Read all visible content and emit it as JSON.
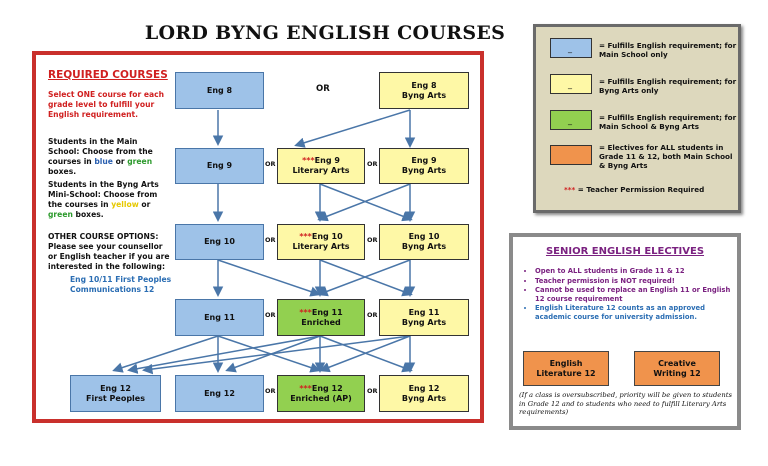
{
  "title": "LORD BYNG ENGLISH COURSES",
  "required": {
    "heading": "REQUIRED COURSES",
    "intro": "Select ONE course for each grade level to fulfill your English requirement.",
    "main_school": {
      "text_a": "Students in the Main School: Choose from the courses in ",
      "blue": "blue",
      "or": " or ",
      "green": "green",
      "text_b": " boxes."
    },
    "byng_arts": {
      "text_a": "Students in the Byng Arts Mini-School: Choose from the courses in ",
      "yellow": "yellow",
      "or": " or ",
      "green": "green",
      "text_b": " boxes."
    },
    "other_options": "OTHER COURSE OPTIONS: Please see your counsellor or English teacher if you are interested in the following:",
    "other_list": [
      "Eng 10/11 First Peoples",
      "Communications 12"
    ]
  },
  "or_label": "OR",
  "perm_mark": "***",
  "courses": {
    "eng8": "Eng 8",
    "eng8_byng": [
      "Eng 8",
      "Byng Arts"
    ],
    "eng9": "Eng 9",
    "eng9_lit": [
      "Eng 9",
      "Literary Arts"
    ],
    "eng9_byng": [
      "Eng 9",
      "Byng Arts"
    ],
    "eng10": "Eng 10",
    "eng10_lit": [
      "Eng 10",
      "Literary Arts"
    ],
    "eng10_byng": [
      "Eng 10",
      "Byng Arts"
    ],
    "eng11": "Eng 11",
    "eng11_enr": [
      "Eng 11",
      "Enriched"
    ],
    "eng11_byng": [
      "Eng 11",
      "Byng Arts"
    ],
    "eng12_fp": [
      "Eng 12",
      "First Peoples"
    ],
    "eng12": "Eng 12",
    "eng12_enr": [
      "Eng 12",
      "Enriched (AP)"
    ],
    "eng12_byng": [
      "Eng 12",
      "Byng Arts"
    ]
  },
  "legend": {
    "swatch_mark": "_",
    "items": [
      {
        "color": "#9ec2e8",
        "text": "= Fulfills English requirement; for Main School only"
      },
      {
        "color": "#fef8a6",
        "text": "= Fulfills English requirement; for Byng Arts only"
      },
      {
        "color": "#92d050",
        "text": "= Fulfills English requirement; for Main School & Byng Arts"
      },
      {
        "color": "#f0934c",
        "text": "= Electives for ALL students in Grade 11 & 12, both Main School & Byng Arts"
      }
    ],
    "note": "= Teacher Permission Required"
  },
  "electives": {
    "heading": "SENIOR ENGLISH ELECTIVES",
    "points": [
      "Open to ALL students in Grade 11 & 12",
      "Teacher permission is NOT required!",
      "Cannot be used to replace an English 11 or English 12 course requirement",
      "English Literature 12 counts as an approved academic course for university admission."
    ],
    "courses": [
      [
        "English",
        "Literature 12"
      ],
      [
        "Creative",
        "Writing 12"
      ]
    ],
    "footnote": "(If a class is oversubscribed, priority will be given to students in Grade 12 and to students who need to fulfill Literary Arts requirements)"
  },
  "colors": {
    "blue": "#9ec2e8",
    "yellow": "#fef8a6",
    "green": "#92d050",
    "orange": "#f0934c",
    "border_red": "#c9302c"
  }
}
